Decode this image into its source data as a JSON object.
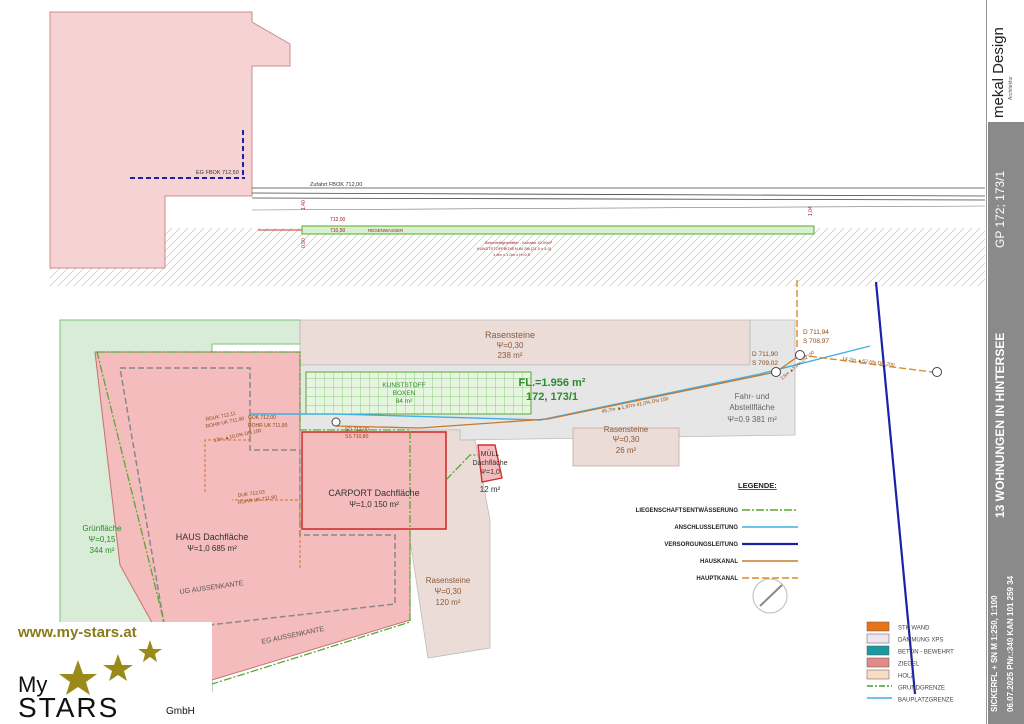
{
  "section": {
    "eg_fbok": "EG FBOK 712,50",
    "zufahrt": "Zufahrt FBOK 712,00",
    "dim_140": "1,40",
    "dim_090": "0,90",
    "dim_104": "1,04",
    "level_71200": "712,00",
    "level_71050": "710,50",
    "regenwasser": "REGENWASSER",
    "tank_line1": "Betonfertigbehälter - Kubatur 42,00m³",
    "tank_line2": "KUNSTSTOFFBOXEN  84 Stk  [21,0 x 4,0]",
    "tank_line3": "1,8m x 1,0m x H=0,5"
  },
  "plan": {
    "rasen_top": {
      "name": "Rasensteine",
      "psi": "Ψ=0,30",
      "area": "238 m²"
    },
    "rasen_mid": {
      "name": "Rasensteine",
      "psi": "Ψ=0,30",
      "area": "26 m²"
    },
    "rasen_bottom": {
      "name": "Rasensteine",
      "psi": "Ψ=0,30",
      "area": "120 m²"
    },
    "kunststoff": {
      "name": "KUNSTSTOFF",
      "name2": "BOXEN",
      "area": "84 m²"
    },
    "fl": {
      "area": "FL.=1.956 m²",
      "parcels": "172, 173/1"
    },
    "fahr": {
      "line1": "Fahr- und",
      "line2": "Abstellfläche",
      "line3": "Ψ=0.9  381 m²"
    },
    "carport": {
      "name": "CARPORT Dachfläche",
      "psi": "Ψ=1,0 150 m²"
    },
    "muell": {
      "name": "MÜLL",
      "name2": "Dachfläche",
      "psi": "Ψ=1,0",
      "area": "12 m²"
    },
    "haus": {
      "name": "HAUS Dachfläche",
      "psi": "Ψ=1,0 685 m²"
    },
    "gruen": {
      "name": "Grünfläche",
      "psi": "Ψ=0,15",
      "area": "344 m²"
    },
    "ug_aussenkante": "UG AUSSENKANTE",
    "eg_aussenkante": "EG AUSSENKANTE",
    "d_711_94": "D 711,94",
    "s_708_97": "S 708,97",
    "d_711_90": "D 711,90",
    "s_709_02": "S 709,02",
    "pipe_main": "45,7m  ▲1,97m  41,0%  DN 150",
    "pipe_side": "14,2m  ▲62,6%  DN 200",
    "pipe_side2": "2,5m  ▲5,0%  DN 150",
    "rduk1": "RDUK 712,11",
    "rohr1": "ROHR UK 711,90",
    "gok": "GOK 712,00",
    "rohr2": "ROHR UK 711,90",
    "pipe_haus": "13m  ▲10,0%  DN 100",
    "duk2": "DUK 712,03",
    "rohr3": "ROHR UK 711,90",
    "sd": "SD 712,00",
    "ss": "SS 710,80"
  },
  "legend": {
    "title": "LEGENDE:",
    "items": [
      "LIEGENSCHAFTSENTWÄSSERUNG",
      "ANSCHLUSSLEITUNG",
      "VERSORGUNGSLEITUNG",
      "HAUSKANAL",
      "HAUPTKANAL"
    ],
    "colors": [
      "#5aa832",
      "#3cb0e6",
      "#1a22a8",
      "#c87a2a",
      "#d98c2a"
    ]
  },
  "material_legend": {
    "items": [
      "STK WAND",
      "DÄMMUNG XPS",
      "BETON - BEWEHRT",
      "ZIEGEL",
      "HOLZ",
      "GRUNDGRENZE",
      "BAUPLATZGRENZE"
    ],
    "colors": [
      "#e8741a",
      "#f0e6f2",
      "#1a9aa0",
      "#e58a8a",
      "#f8dcc4",
      "#4a9a3a",
      "#3cb0e6"
    ]
  },
  "title_block": {
    "brand": "mekal Design",
    "brand_sub": "Architektur",
    "project": "13 WOHNUNGEN IN HINTERSEE",
    "parcel": "GP 172; 173/1",
    "plan_title": "SICKERFL + SN M 1:250, 1:100",
    "date": "06.07.2025  PNr.:340  KAN 101 259 34"
  },
  "logo": {
    "url": "www.my-stars.at",
    "my": "My",
    "stars": "STARS",
    "gmbh": "GmbH"
  }
}
